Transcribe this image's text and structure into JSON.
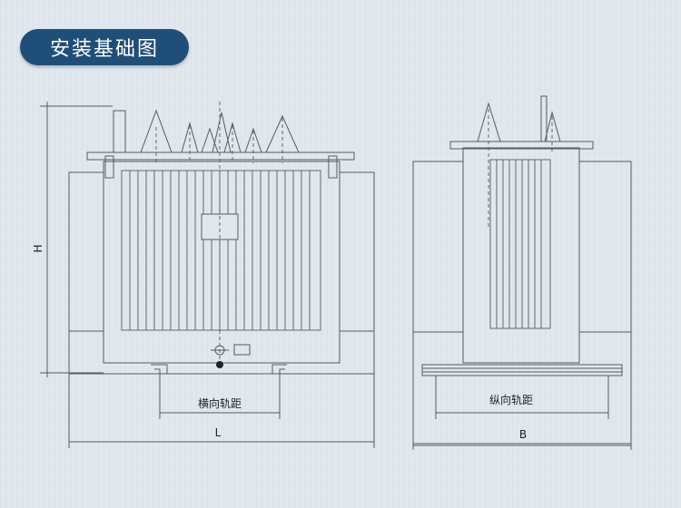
{
  "header": {
    "title": "安装基础图"
  },
  "front_view": {
    "height_label": "H",
    "length_label": "L",
    "transverse_gauge_label": "横向轨距"
  },
  "side_view": {
    "width_label": "B",
    "longitudinal_gauge_label": "纵向轨距"
  },
  "colors": {
    "line": "#5a5a5a",
    "title_bg": "#1f4f78",
    "background": "#dfe8ee"
  }
}
